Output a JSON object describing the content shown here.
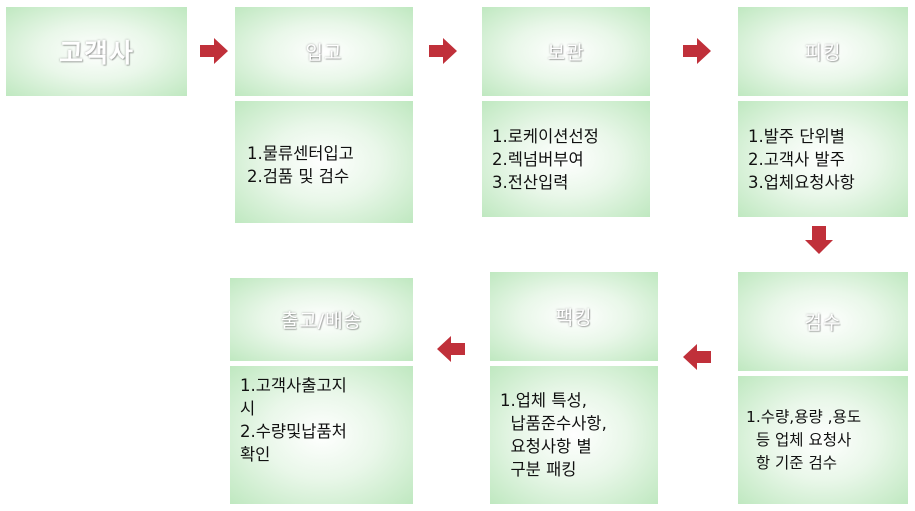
{
  "colors": {
    "arrow": "#c0303a",
    "box_edge": "#bfe8c0",
    "heading_text": "#ffffff"
  },
  "steps": [
    {
      "title": "고객사",
      "items": []
    },
    {
      "title": "입고",
      "items": [
        "1.물류센터입고",
        "2.검품 및 검수"
      ]
    },
    {
      "title": "보관",
      "items": [
        "1.로케이션선정",
        "2.렉넘버부여",
        "3.전산입력"
      ]
    },
    {
      "title": "피킹",
      "items": [
        "1.발주 단위별",
        "2.고객사 발주",
        "3.업체요청사항"
      ]
    },
    {
      "title": "검수",
      "items": [
        "1.수량,용량 ,용도",
        "  등 업체 요청사",
        "  항 기준 검수"
      ]
    },
    {
      "title": "팩킹",
      "items": [
        "1.업체 특성,",
        "  납품준수사항,",
        "  요청사항 별",
        "  구분 패킹"
      ]
    },
    {
      "title": "출고/배송",
      "items": [
        "1.고객사출고지",
        "시",
        "2.수량및납품처",
        "확인"
      ]
    }
  ]
}
